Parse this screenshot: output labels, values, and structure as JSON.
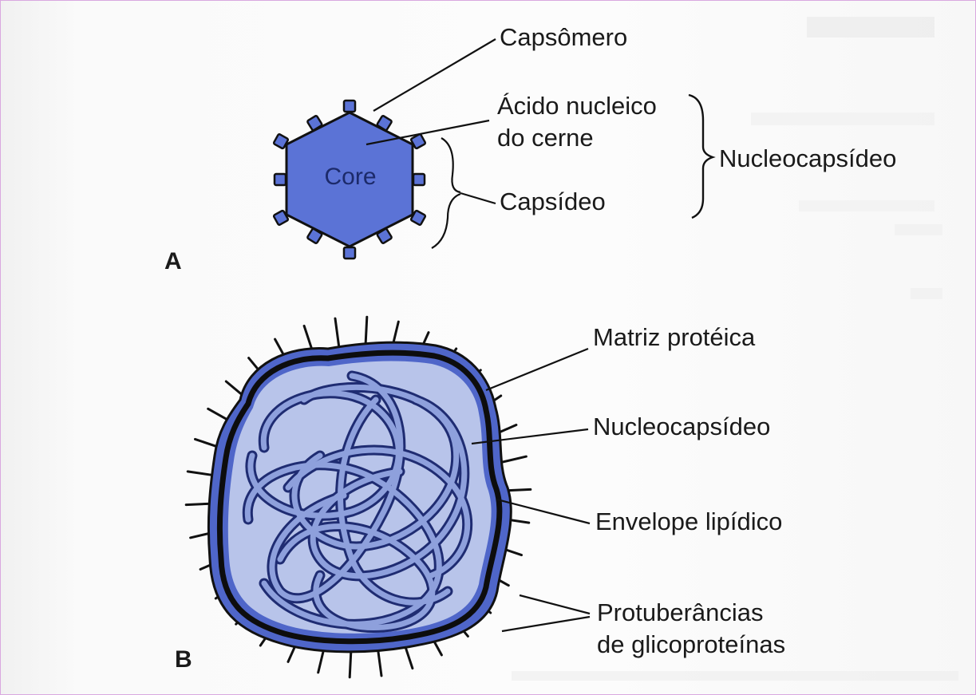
{
  "figure_a": {
    "letter": "A",
    "core": "Core",
    "labels": {
      "capsomero": "Capsômero",
      "acido_line1": "Ácido nucleico",
      "acido_line2": "do cerne",
      "capsideo": "Capsídeo",
      "nucleocapsideo": "Nucleocapsídeo"
    }
  },
  "figure_b": {
    "letter": "B",
    "labels": {
      "matriz": "Matriz protéica",
      "nucleocapsideo": "Nucleocapsídeo",
      "envelope": "Envelope lipídico",
      "protuberancias_line1": "Protuberâncias",
      "protuberancias_line2": "de glicoproteínas"
    }
  },
  "colors": {
    "capsid_blue": "#5b73d6",
    "envelope_blue": "#4f66c9",
    "interior_light_blue": "#b8c4ea",
    "strand_blue": "#8ea0dc",
    "outline": "#111111"
  }
}
